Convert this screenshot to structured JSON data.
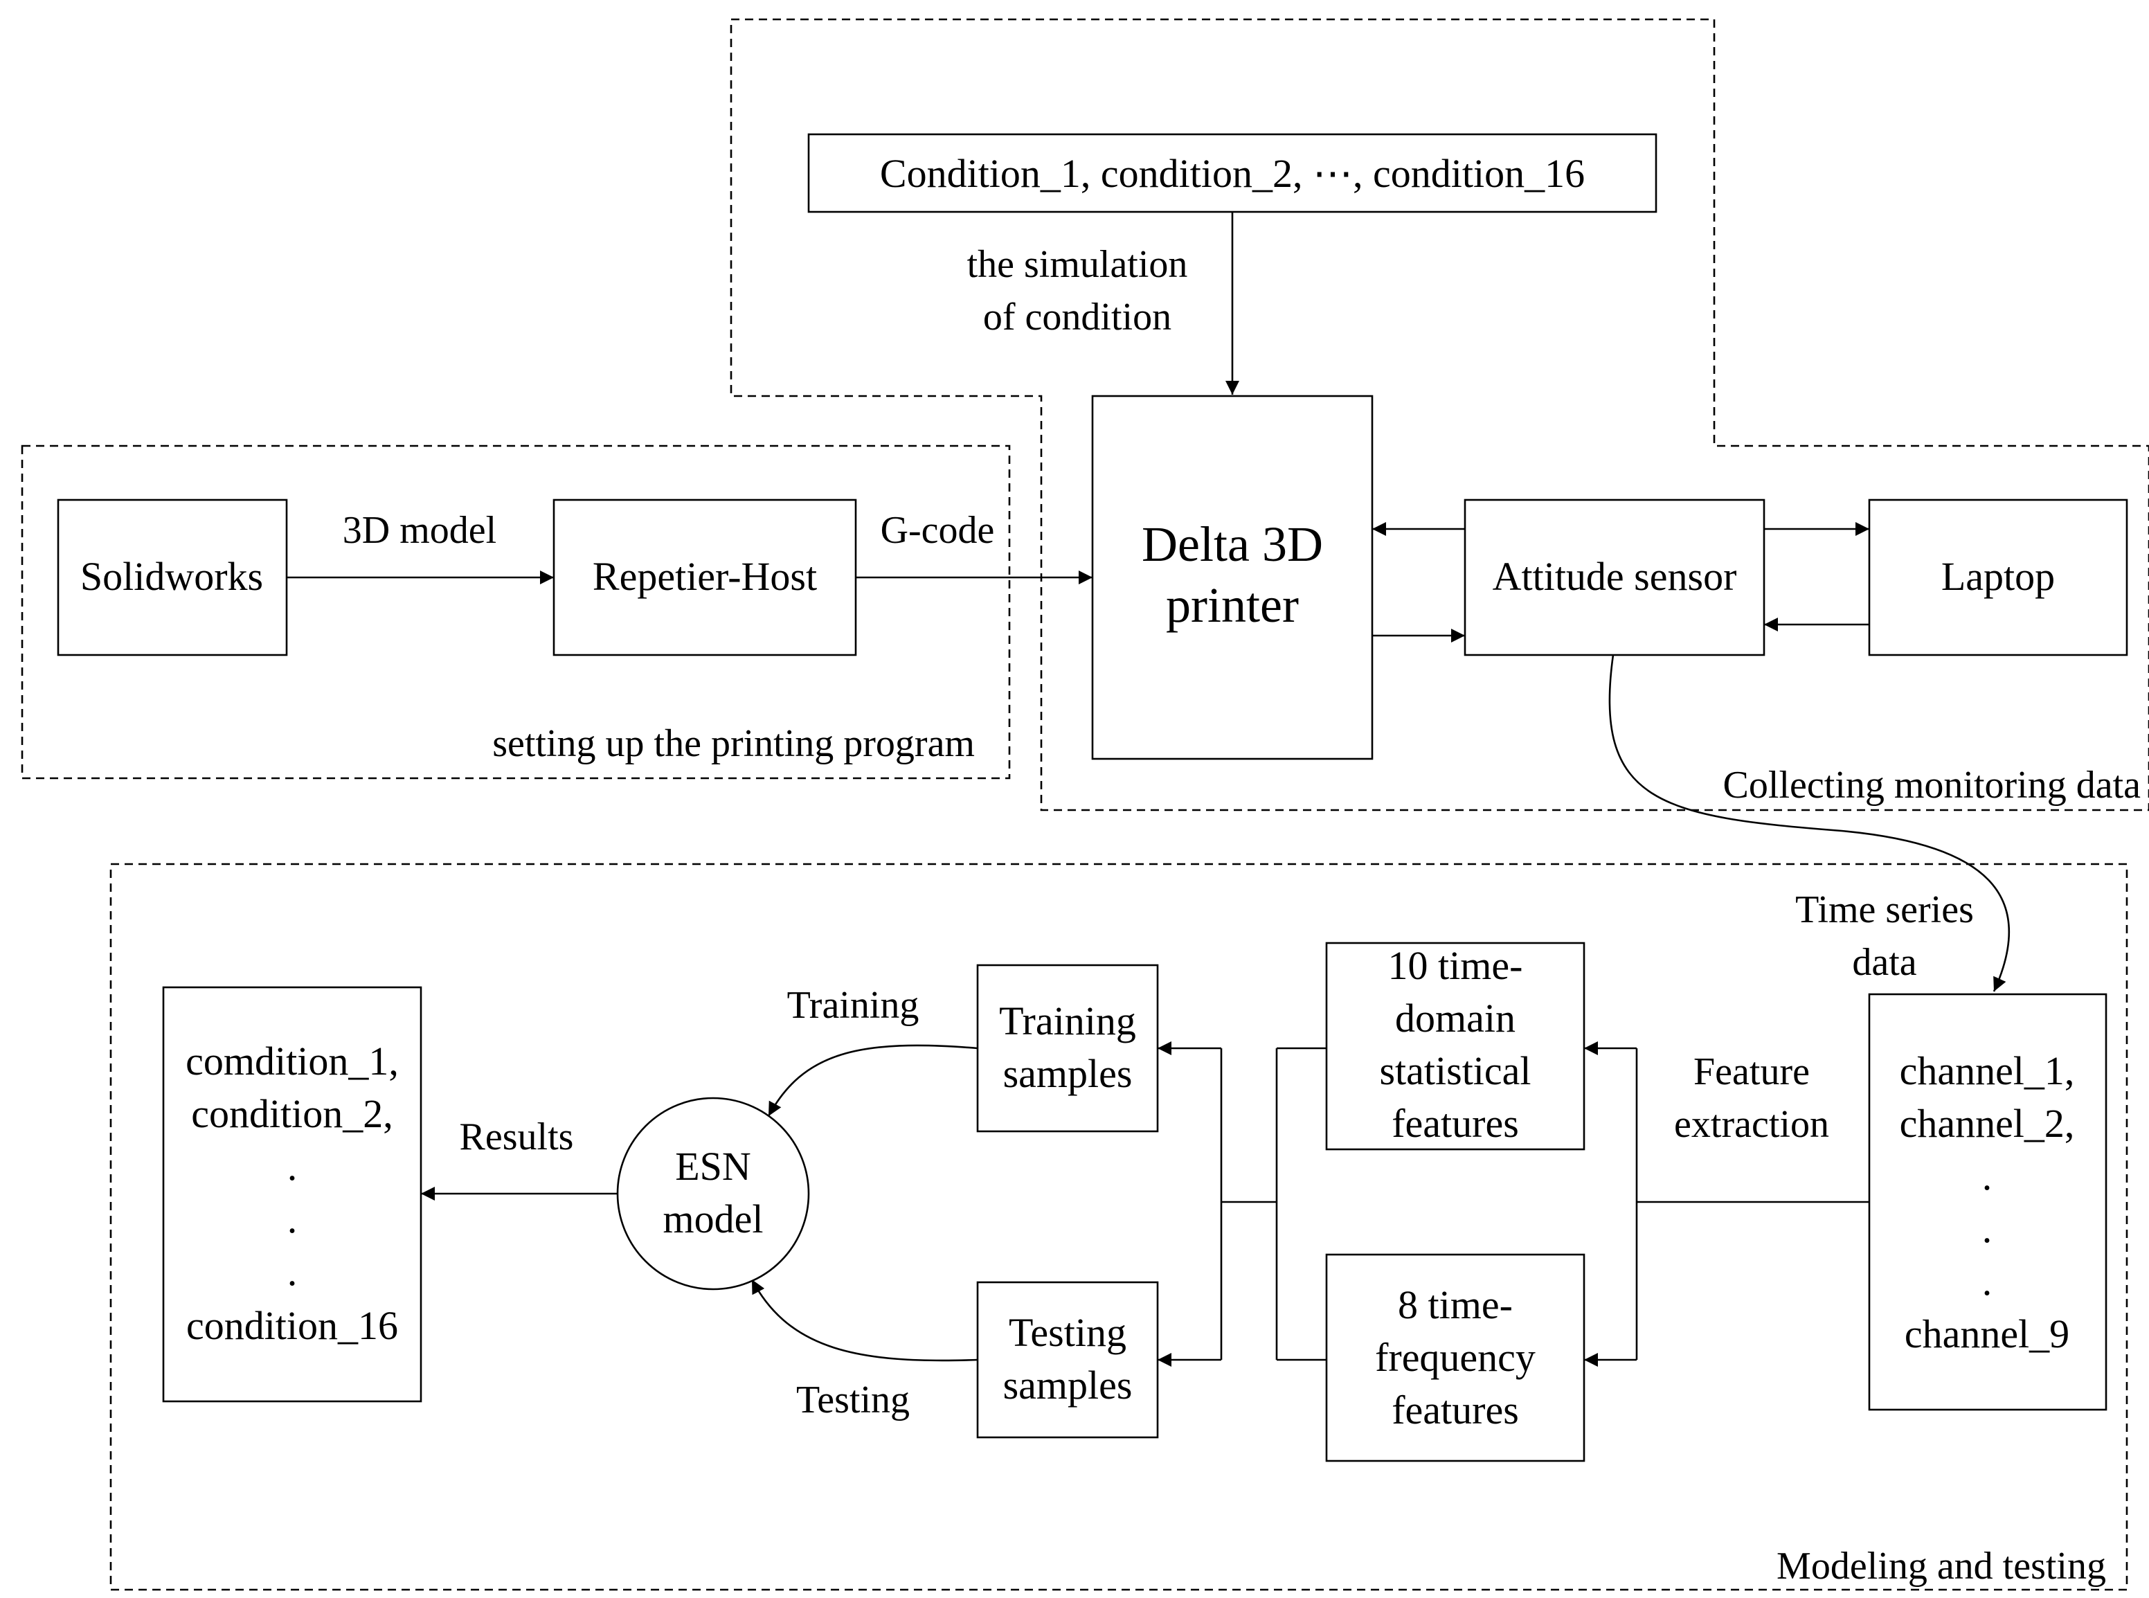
{
  "conditions_box": {
    "text": "Condition_1, condition_2, ⋯, condition_16"
  },
  "simulation_label": {
    "line1": "the simulation",
    "line2": "of condition"
  },
  "solidworks": {
    "label": "Solidworks"
  },
  "model_label": {
    "text": "3D model"
  },
  "repetier": {
    "label": "Repetier-Host"
  },
  "gcode_label": {
    "text": "G-code"
  },
  "printer": {
    "line1": "Delta 3D",
    "line2": "printer"
  },
  "sensor": {
    "label": "Attitude sensor"
  },
  "laptop": {
    "label": "Laptop"
  },
  "region_setup": {
    "label": "setting up the printing program"
  },
  "region_collect": {
    "label": "Collecting monitoring data"
  },
  "region_model": {
    "label": "Modeling and testing"
  },
  "timeseries_label": {
    "line1": "Time series",
    "line2": "data"
  },
  "channels": {
    "line1": "channel_1,",
    "line2": "channel_2,",
    "dot": ".",
    "line_last": "channel_9"
  },
  "feature_label": {
    "line1": "Feature",
    "line2": "extraction"
  },
  "time_domain": {
    "line1": "10 time-",
    "line2": "domain",
    "line3": "statistical",
    "line4": "features"
  },
  "time_freq": {
    "line1": "8 time-",
    "line2": "frequency",
    "line3": "features"
  },
  "training_samples": {
    "line1": "Training",
    "line2": "samples"
  },
  "testing_samples": {
    "line1": "Testing",
    "line2": "samples"
  },
  "training_label": {
    "text": "Training"
  },
  "testing_label": {
    "text": "Testing"
  },
  "esn": {
    "line1": "ESN",
    "line2": "model"
  },
  "results_label": {
    "text": "Results"
  },
  "output": {
    "line1": "comdition_1,",
    "line2": "condition_2,",
    "dot": ".",
    "line_last": "condition_16"
  }
}
